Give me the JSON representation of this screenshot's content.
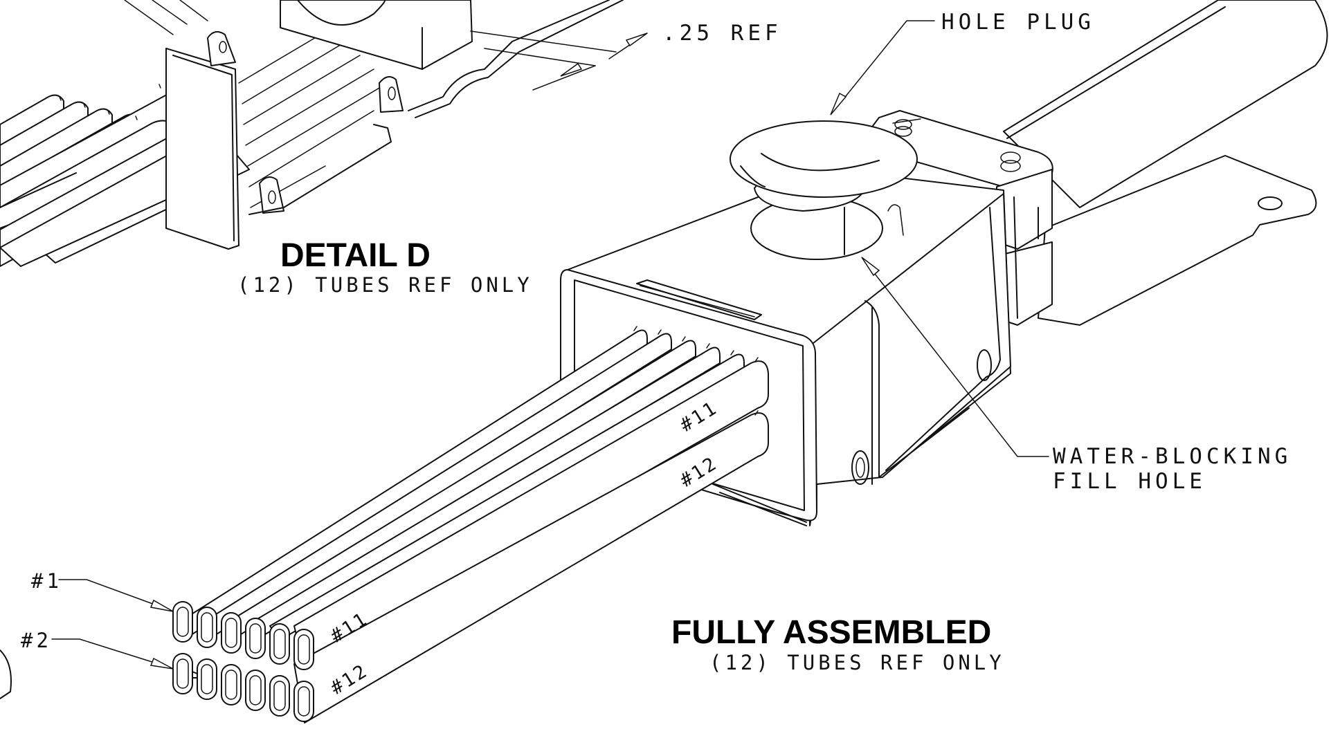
{
  "drawing": {
    "detail_view": {
      "title": "DETAIL D",
      "subtitle": "(12) TUBES REF ONLY",
      "dimension_label": ".25 REF"
    },
    "assembly_view": {
      "title": "FULLY ASSEMBLED",
      "subtitle": "(12) TUBES REF ONLY"
    },
    "callouts": {
      "hole_plug": "HOLE PLUG",
      "fill_hole_line1": "WATER-BLOCKING",
      "fill_hole_line2": "FILL HOLE",
      "tube_1": "#1",
      "tube_2": "#2"
    },
    "tube_tags": {
      "top_row_end": "#11",
      "bottom_row_end": "#12",
      "top_row_front": "#11",
      "bottom_row_front": "#12"
    },
    "ink_color": "#111111",
    "paper_color": "#ffffff"
  }
}
